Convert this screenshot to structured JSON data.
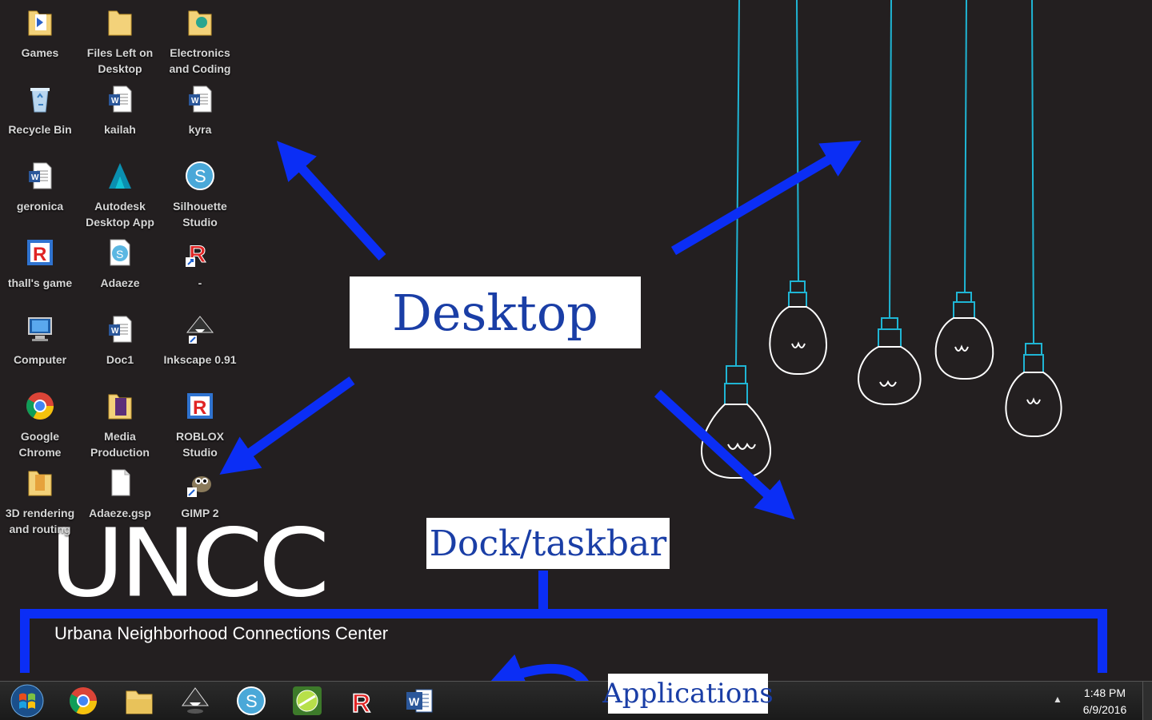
{
  "desktop_icons": [
    {
      "label": "Games",
      "icon": "folder-icon"
    },
    {
      "label": "Files Left on Desktop",
      "icon": "folder-icon"
    },
    {
      "label": "Electronics and Coding",
      "icon": "folder-icon"
    },
    {
      "label": "Recycle Bin",
      "icon": "recycle-bin-icon"
    },
    {
      "label": "kailah",
      "icon": "word-document-icon"
    },
    {
      "label": "kyra",
      "icon": "word-document-icon"
    },
    {
      "label": "geronica",
      "icon": "word-document-icon"
    },
    {
      "label": "Autodesk Desktop App",
      "icon": "autodesk-icon"
    },
    {
      "label": "Silhouette Studio",
      "icon": "silhouette-icon"
    },
    {
      "label": "thall's game",
      "icon": "roblox-icon"
    },
    {
      "label": "Adaeze",
      "icon": "silhouette-document-icon"
    },
    {
      "label": "-",
      "icon": "roblox-shortcut-icon"
    },
    {
      "label": "Computer",
      "icon": "computer-icon"
    },
    {
      "label": "Doc1",
      "icon": "word-document-icon"
    },
    {
      "label": "Inkscape 0.91",
      "icon": "inkscape-icon"
    },
    {
      "label": "Google Chrome",
      "icon": "chrome-icon"
    },
    {
      "label": "Media Production",
      "icon": "folder-icon"
    },
    {
      "label": "ROBLOX Studio",
      "icon": "roblox-studio-icon"
    },
    {
      "label": "3D rendering and routing",
      "icon": "folder-icon"
    },
    {
      "label": "Adaeze.gsp",
      "icon": "blank-file-icon"
    },
    {
      "label": "GIMP 2",
      "icon": "gimp-icon"
    }
  ],
  "wallpaper": {
    "title": "UNCC",
    "subtitle": "Urbana Neighborhood  Connections Center",
    "line_color": "#1fb5d4"
  },
  "annotations": {
    "desktop": "Desktop",
    "dock": "Dock/taskbar",
    "applications": "Applications",
    "arrow_color": "#0b2ef5",
    "text_color": "#1a3ea6"
  },
  "taskbar": {
    "apps": [
      "start-orb-icon",
      "chrome-icon",
      "file-explorer-icon",
      "inkscape-icon",
      "silhouette-icon",
      "lime-app-icon",
      "roblox-icon",
      "word-icon"
    ],
    "clock_time": "1:48 PM",
    "clock_date": "6/9/2016"
  }
}
